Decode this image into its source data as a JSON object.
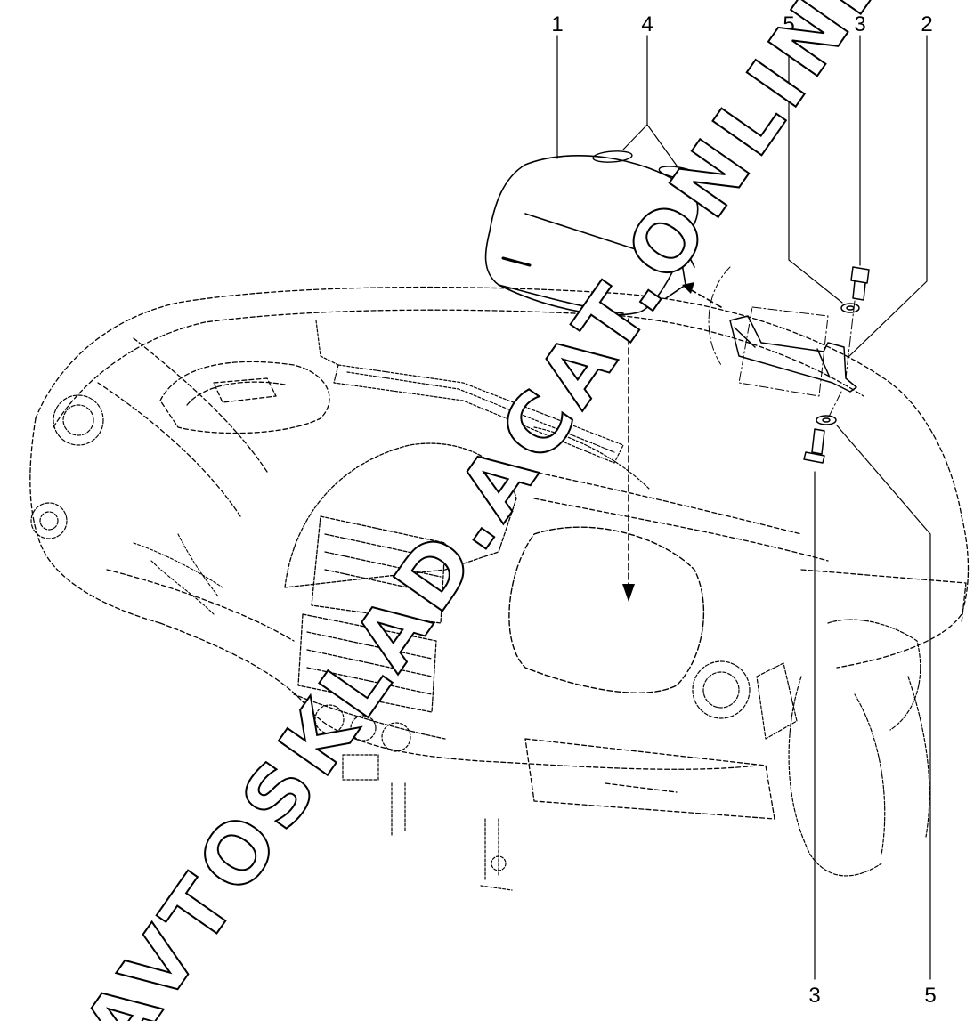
{
  "diagram": {
    "callouts": {
      "top_1": "1",
      "top_4": "4",
      "top_5": "5",
      "top_3": "3",
      "top_2": "2",
      "bottom_3": "3",
      "bottom_5": "5"
    },
    "watermark": "AVTOSKLAD.ACAT.ONLINE",
    "colors": {
      "ink": "#000000",
      "paper": "#ffffff"
    }
  }
}
